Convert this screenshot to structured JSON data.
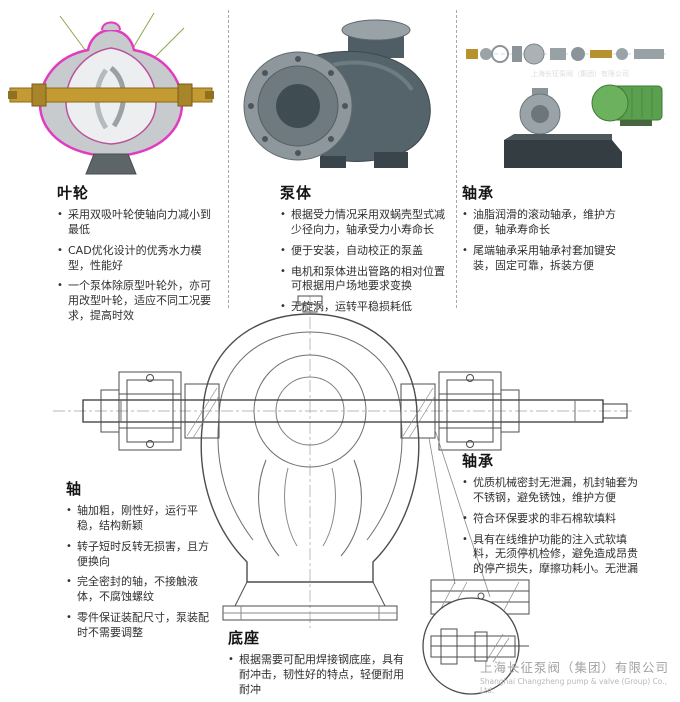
{
  "sections": {
    "impeller": {
      "title": "叶轮",
      "bullets": [
        "采用双吸叶轮使轴向力减小到最低",
        "CAD优化设计的优秀水力模型，性能好",
        "一个泵体除原型叶轮外，亦可用改型叶轮，适应不同工况要求，提高时效"
      ]
    },
    "pump_body": {
      "title": "泵体",
      "bullets": [
        "根据受力情况采用双蜗壳型式减少径向力，轴承受力小寿命长",
        "便于安装，自动校正的泵盖",
        "电机和泵体进出管路的相对位置可根据用户场地要求变换",
        "无旋涡，运转平稳损耗低"
      ]
    },
    "bearing_top": {
      "title": "轴承",
      "bullets": [
        "油脂润滑的滚动轴承，维护方便，轴承寿命长",
        "尾端轴承采用轴承衬套加键安装，固定可靠，拆装方便"
      ]
    },
    "shaft": {
      "title": "轴",
      "bullets": [
        "轴加粗，刚性好，运行平稳，结构新颖",
        "转子短时反转无损害，且方便换向",
        "完全密封的轴，不接触液体，不腐蚀螺纹",
        "零件保证装配尺寸，泵装配时不需要调整"
      ]
    },
    "bearing_seal": {
      "title": "轴承",
      "bullets": [
        "优质机械密封无泄漏，机封轴套为不锈钢，避免锈蚀，维护方便",
        "符合环保要求的非石棉软填料",
        "具有在线维护功能的注入式软填料，无须停机检修，避免造成昂贵的停产损失，摩擦功耗小。无泄漏"
      ]
    },
    "base": {
      "title": "底座",
      "bullets": [
        "根据需要可配用焊接钢底座，具有耐冲击，韧性好的特点，轻便耐用耐冲"
      ]
    }
  },
  "images": {
    "cutaway": {
      "label": "双吸泵剖视图"
    },
    "body": {
      "label": "泵体外形图"
    },
    "exploded": {
      "label": "零件分解图",
      "watermark": "上海长征泵阀（集团）有限公司"
    }
  },
  "footer": {
    "company_cn": "上海长征泵阀（集团）有限公司",
    "company_en": "Shanghai Changzheng pump & valve (Group) Co., Ltd."
  },
  "colors": {
    "magenta": "#e23bbf",
    "gold": "#c49a33",
    "pump_dark": "#54646a",
    "motor_green": "#5aa04e",
    "line": "#4d4d4d"
  }
}
